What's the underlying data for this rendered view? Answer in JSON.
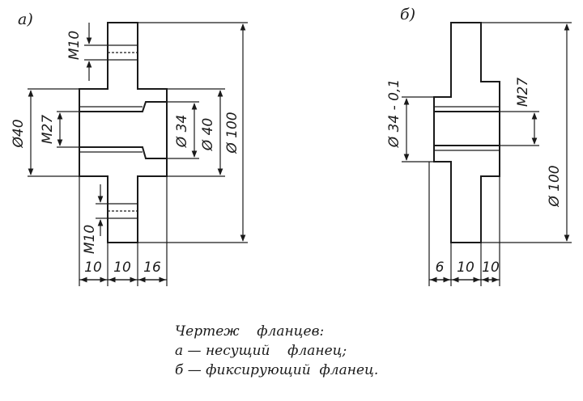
{
  "views": {
    "a": {
      "label": "а)",
      "dims": {
        "m10_top": "М10",
        "m10_bottom": "М10",
        "d40_left": "Ø40",
        "m27": "М27",
        "d34": "Ø 34",
        "d40": "Ø 40",
        "d100": "Ø 100",
        "w1": "10",
        "w2": "10",
        "w3": "16"
      }
    },
    "b": {
      "label": "б)",
      "dims": {
        "d34_tol": "Ø 34 - 0,1",
        "m27": "М27",
        "d100": "Ø 100",
        "w1": "6",
        "w2": "10",
        "w3": "10"
      }
    }
  },
  "caption": {
    "title": "Чертеж    фланцев:",
    "line_a": "а — несущий    фланец;",
    "line_b": "б — фиксирующий  фланец."
  }
}
